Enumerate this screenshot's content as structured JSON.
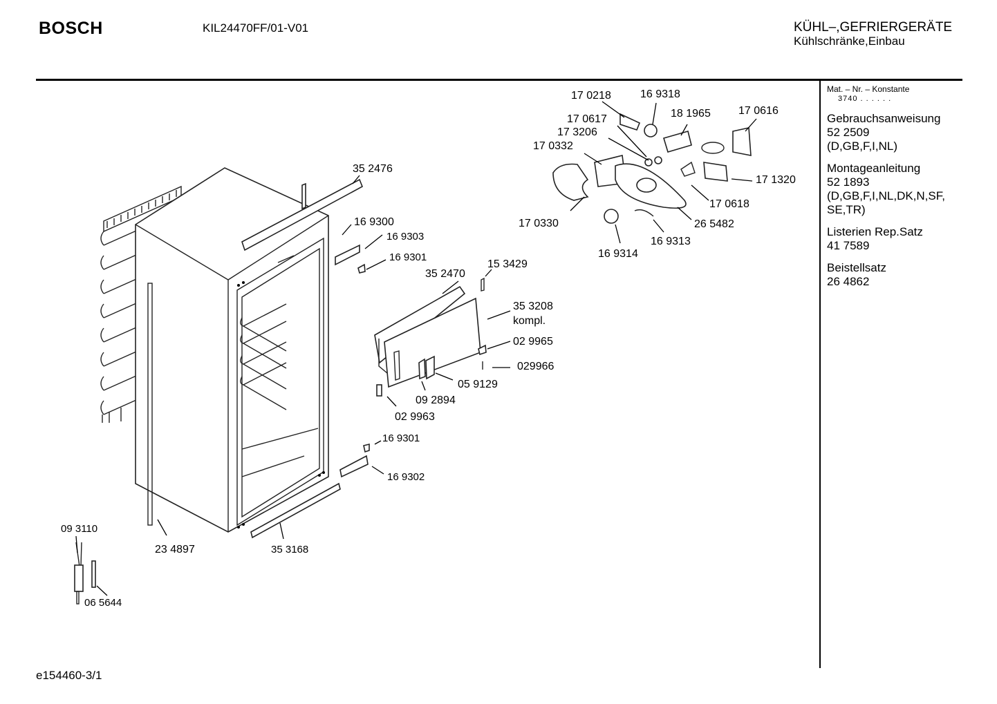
{
  "header": {
    "brand": "BOSCH",
    "model": "KIL24470FF/01-V01",
    "category_line1": "KÜHL–,GEFRIERGERÄTE",
    "category_line2": "Kühlschränke,Einbau"
  },
  "footer": {
    "code": "e154460-3/1"
  },
  "sidebar": {
    "mat_label": "Mat. – Nr. – Konstante",
    "mat_value": "3740  .  .  .  .  .  .",
    "sections": [
      {
        "title": "Gebrauchsanweisung",
        "lines": [
          "52 2509",
          "(D,GB,F,I,NL)"
        ]
      },
      {
        "title": "Montageanleitung",
        "lines": [
          "52 1893",
          "(D,GB,F,I,NL,DK,N,SF,",
          "SE,TR)"
        ]
      },
      {
        "title": "Listerien Rep.Satz",
        "lines": [
          "41 7589"
        ]
      },
      {
        "title": "Beistellsatz",
        "lines": [
          "26 4862"
        ]
      }
    ]
  },
  "part_labels": {
    "p170218": "17 0218",
    "p169318": "16 9318",
    "p181965": "18 1965",
    "p170616": "17 0616",
    "p170617": "17 0617",
    "p173206": "17 3206",
    "p170332": "17 0332",
    "p171320": "17 1320",
    "p170618": "17 0618",
    "p265482": "26 5482",
    "p170330": "17 0330",
    "p169313": "16 9313",
    "p169314": "16 9314",
    "p352476": "35 2476",
    "p169300": "16 9300",
    "p169303": "16 9303",
    "p169301a": "16 9301",
    "p153429": "15 3429",
    "p352470": "35 2470",
    "p353208": "35 3208",
    "p353208b": "kompl.",
    "p029965": "02 9965",
    "p029966": "029966",
    "p059129": "05 9129",
    "p092894": "09 2894",
    "p029963": "02 9963",
    "p169301b": "16 9301",
    "p169302": "16 9302",
    "p093110": "09 3110",
    "p234897": "23 4897",
    "p353168": "35 3168",
    "p065644": "06 5644"
  }
}
